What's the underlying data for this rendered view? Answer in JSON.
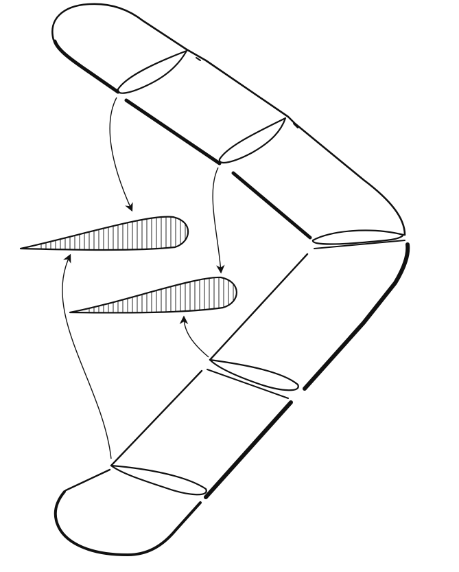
{
  "figure": {
    "subject": "boomerang-cross-sections",
    "colors": {
      "ink": "#111111",
      "paper": "#ffffff",
      "hatch": "#222222"
    },
    "parts": [
      {
        "id": "upper-arm",
        "kind": "boomerang-arm"
      },
      {
        "id": "lower-arm",
        "kind": "boomerang-arm"
      },
      {
        "id": "airfoil-upper",
        "kind": "airfoil-profile"
      },
      {
        "id": "airfoil-lower",
        "kind": "airfoil-profile"
      }
    ]
  }
}
